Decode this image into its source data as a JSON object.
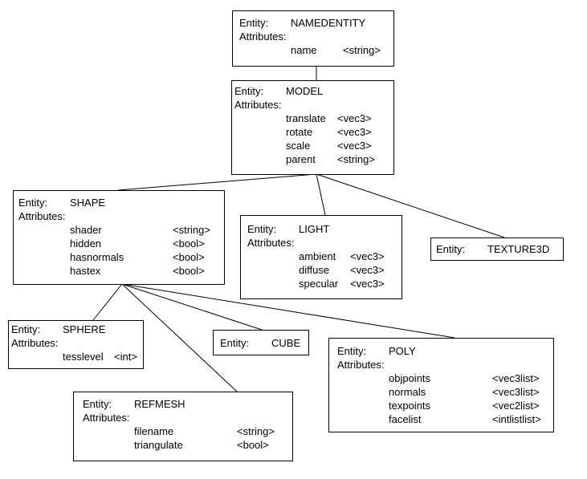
{
  "labels": {
    "entity": "Entity:",
    "attributes": "Attributes:"
  },
  "entities": {
    "namedentity": {
      "name": "NAMEDENTITY",
      "attrs": [
        {
          "n": "name",
          "t": "<string>"
        }
      ]
    },
    "model": {
      "name": "MODEL",
      "attrs": [
        {
          "n": "translate",
          "t": "<vec3>"
        },
        {
          "n": "rotate",
          "t": "<vec3>"
        },
        {
          "n": "scale",
          "t": "<vec3>"
        },
        {
          "n": "parent",
          "t": "<string>"
        }
      ]
    },
    "shape": {
      "name": "SHAPE",
      "attrs": [
        {
          "n": "shader",
          "t": "<string>"
        },
        {
          "n": "hidden",
          "t": "<bool>"
        },
        {
          "n": "hasnormals",
          "t": "<bool>"
        },
        {
          "n": "hastex",
          "t": "<bool>"
        }
      ]
    },
    "light": {
      "name": "LIGHT",
      "attrs": [
        {
          "n": "ambient",
          "t": "<vec3>"
        },
        {
          "n": "diffuse",
          "t": "<vec3>"
        },
        {
          "n": "specular",
          "t": "<vec3>"
        }
      ]
    },
    "texture3d": {
      "name": "TEXTURE3D"
    },
    "sphere": {
      "name": "SPHERE",
      "attrs": [
        {
          "n": "tesslevel",
          "t": "<int>"
        }
      ]
    },
    "cube": {
      "name": "CUBE"
    },
    "poly": {
      "name": "POLY",
      "attrs": [
        {
          "n": "objpoints",
          "t": "<vec3list>"
        },
        {
          "n": "normals",
          "t": "<vec3list>"
        },
        {
          "n": "texpoints",
          "t": "<vec2list>"
        },
        {
          "n": "facelist",
          "t": "<intlistlist>"
        }
      ]
    },
    "refmesh": {
      "name": "REFMESH",
      "attrs": [
        {
          "n": "filename",
          "t": "<string>"
        },
        {
          "n": "triangulate",
          "t": "<bool>"
        }
      ]
    }
  },
  "relationships": [
    {
      "from": "namedentity",
      "to": "model"
    },
    {
      "from": "model",
      "to": "shape"
    },
    {
      "from": "model",
      "to": "light"
    },
    {
      "from": "model",
      "to": "texture3d"
    },
    {
      "from": "shape",
      "to": "sphere"
    },
    {
      "from": "shape",
      "to": "refmesh"
    },
    {
      "from": "shape",
      "to": "cube"
    },
    {
      "from": "shape",
      "to": "poly"
    }
  ]
}
